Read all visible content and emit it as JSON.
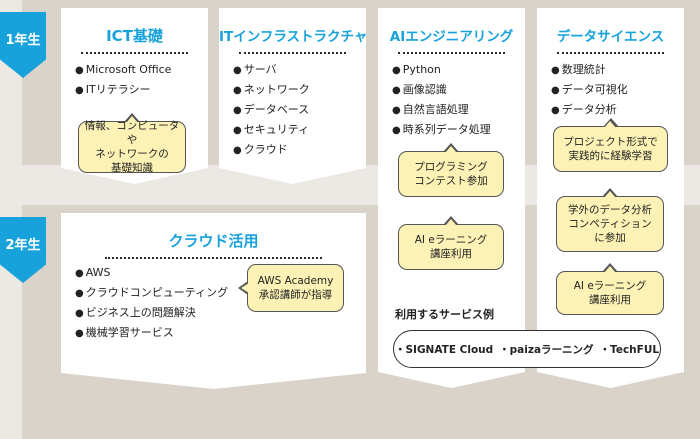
{
  "years": {
    "year1": "1年生",
    "year2": "2年生"
  },
  "cards": {
    "ict": {
      "title": "ICT基礎",
      "items": [
        "Microsoft Office",
        "ITリテラシー"
      ],
      "bubble": "情報、コンピュータや\nネットワークの\n基礎知識"
    },
    "infra": {
      "title": "ITインフラストラクチャ",
      "items": [
        "サーバ",
        "ネットワーク",
        "データベース",
        "セキュリティ",
        "クラウド"
      ]
    },
    "ai": {
      "title": "AIエンジニアリング",
      "items": [
        "Python",
        "画像認識",
        "自然言語処理",
        "時系列データ処理"
      ],
      "bubbles": [
        "プログラミング\nコンテスト参加",
        "AI eラーニング\n講座利用"
      ]
    },
    "ds": {
      "title": "データサイエンス",
      "items": [
        "数理統計",
        "データ可視化",
        "データ分析"
      ],
      "bubbles": [
        "プロジェクト形式で\n実践的に経験学習",
        "学外のデータ分析\nコンペティション\nに参加",
        "AI eラーニング\n講座利用"
      ]
    },
    "cloud": {
      "title": "クラウド活用",
      "items": [
        "AWS",
        "クラウドコンピューティング",
        "ビジネス上の問題解決",
        "機械学習サービス"
      ],
      "bubble": "AWS Academy\n承認講師が指導"
    }
  },
  "services": {
    "label": "利用するサービス例",
    "items": [
      "・SIGNATE Cloud",
      "・paizaラーニング",
      "・TechFUL"
    ]
  },
  "colors": {
    "accent": "#18a2dc",
    "bubble": "#fdf2b5",
    "band": "#d9d3ca"
  }
}
